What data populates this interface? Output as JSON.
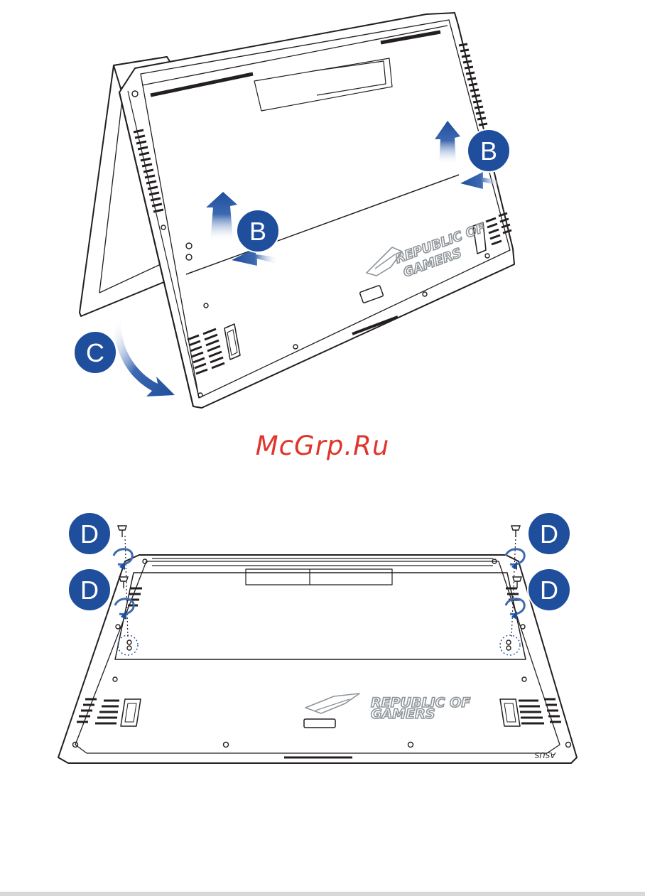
{
  "watermark": "McGrp.Ru",
  "top_figure": {
    "labels": {
      "b1": "B",
      "b2": "B",
      "c": "C"
    },
    "brand_line1": "REPUBLIC OF",
    "brand_line2": "GAMERS"
  },
  "bottom_figure": {
    "labels": {
      "d1": "D",
      "d2": "D",
      "d3": "D",
      "d4": "D"
    },
    "brand_line1": "REPUBLIC OF",
    "brand_line2": "GAMERS",
    "logo_text": "ASUS"
  },
  "colors": {
    "badge": "#1f4e9c",
    "arrow": "#3d69b1",
    "line": "#231f20",
    "watermark": "#e0352c"
  }
}
